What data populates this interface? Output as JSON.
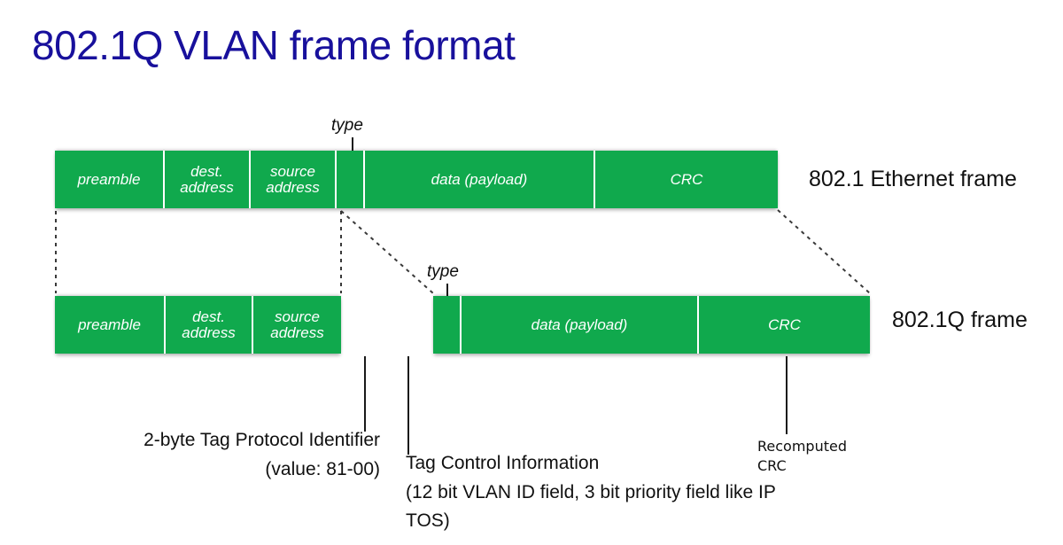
{
  "page": {
    "title": "802.1Q VLAN frame format",
    "title_color": "#18109c",
    "background": "#ffffff",
    "frame_green": "#10a94d"
  },
  "diagram": {
    "type": "packet-frame-format",
    "rows": [
      {
        "id": "ethernet-frame",
        "label": "802.1 Ethernet frame",
        "type_label": "type",
        "segments": [
          {
            "name": "preamble",
            "label": "preamble"
          },
          {
            "name": "dest-address",
            "label": "dest.\naddress"
          },
          {
            "name": "source-address",
            "label": "source\naddress"
          },
          {
            "name": "type",
            "label": ""
          },
          {
            "name": "data-payload",
            "label": "data (payload)"
          },
          {
            "name": "crc",
            "label": "CRC"
          }
        ]
      },
      {
        "id": "dot1q-frame",
        "label": "802.1Q frame",
        "type_label": "type",
        "segments_left": [
          {
            "name": "preamble",
            "label": "preamble"
          },
          {
            "name": "dest-address",
            "label": "dest.\naddress"
          },
          {
            "name": "source-address",
            "label": "source\naddress"
          }
        ],
        "segments_right": [
          {
            "name": "type",
            "label": ""
          },
          {
            "name": "data-payload",
            "label": "data (payload)"
          },
          {
            "name": "crc",
            "label": "CRC"
          }
        ]
      }
    ]
  },
  "annotations": {
    "tpid_line1": "2-byte Tag Protocol Identifier",
    "tpid_line2": "(value: 81-00)",
    "tci_line1": "Tag Control Information",
    "tci_line2": "(12 bit VLAN ID field, 3 bit priority field like IP",
    "tci_line3": "TOS)",
    "recomputed_line1": "Recomputed",
    "recomputed_line2": "CRC"
  }
}
